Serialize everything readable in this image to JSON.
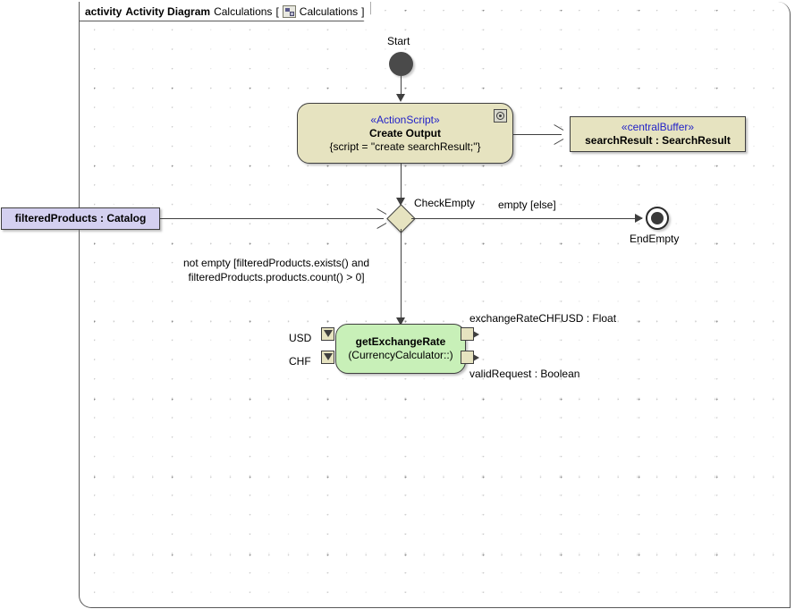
{
  "frame": {
    "keyword": "activity",
    "type_label": "Activity Diagram",
    "name": "Calculations",
    "bracket_open": "[",
    "bracket_close": "]",
    "inner_name": "Calculations",
    "icon": "activity-diagram-icon"
  },
  "nodes": {
    "start": {
      "label": "Start",
      "kind": "initial-node"
    },
    "create_output": {
      "stereotype": "«ActionScript»",
      "name": "Create Output",
      "body": "{script = \"create searchResult;\"}",
      "badge": "script-icon",
      "fill": "#e6e3c0"
    },
    "central_buffer": {
      "stereotype": "«centralBuffer»",
      "name": "searchResult : SearchResult",
      "fill": "#e6e3c0"
    },
    "filtered_products": {
      "name": "filteredProducts : Catalog",
      "fill": "#d4d0f0"
    },
    "decision": {
      "label": "CheckEmpty",
      "fill": "#e6e3c0"
    },
    "end_empty": {
      "label": "EndEmpty",
      "kind": "final-node"
    },
    "get_exchange_rate": {
      "name": "getExchangeRate",
      "body": "(CurrencyCalculator::)",
      "fill": "#c8f0b8",
      "input_pins": [
        {
          "label": "USD"
        },
        {
          "label": "CHF"
        }
      ],
      "output_pins": [
        {
          "label": "exchangeRateCHFUSD : Float"
        },
        {
          "label": "validRequest : Boolean"
        }
      ]
    }
  },
  "edges": {
    "empty_guard": "empty [else]",
    "not_empty_guard_line1": "not empty [filteredProducts.exists() and",
    "not_empty_guard_line2": "filteredProducts.products.count() > 0]"
  }
}
